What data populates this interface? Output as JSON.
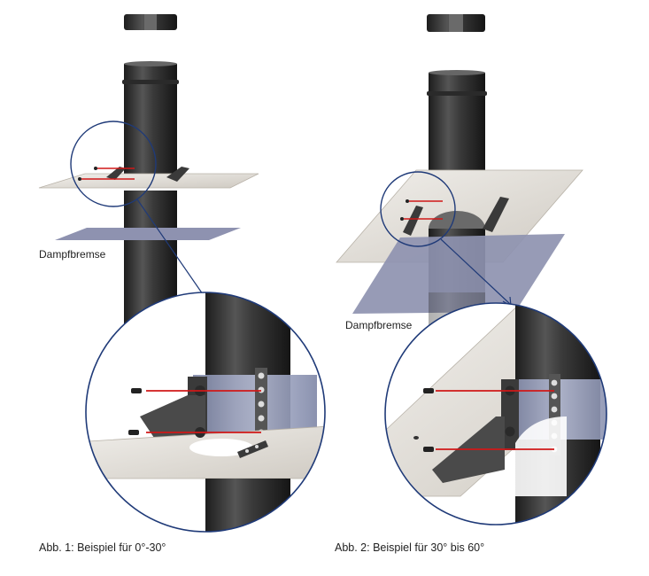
{
  "figures": [
    {
      "id": "abb1",
      "label_dampfbremse": "Dampfbremse",
      "caption": "Abb. 1: Beispiel für 0°-30°"
    },
    {
      "id": "abb2",
      "label_dampfbremse": "Dampfbremse",
      "caption": "Abb. 2: Beispiel für 30° bis 60°"
    }
  ],
  "colors": {
    "pipe_dark": "#2b2b2b",
    "pipe_mid": "#4a4a4a",
    "pipe_light": "#8a8a8a",
    "roof_plate": "#e6e2dc",
    "vapor_barrier": "#8e92b0",
    "callout_circle": "#1f3a78",
    "screw_line": "#d01818",
    "band": "#9aa2bf"
  }
}
